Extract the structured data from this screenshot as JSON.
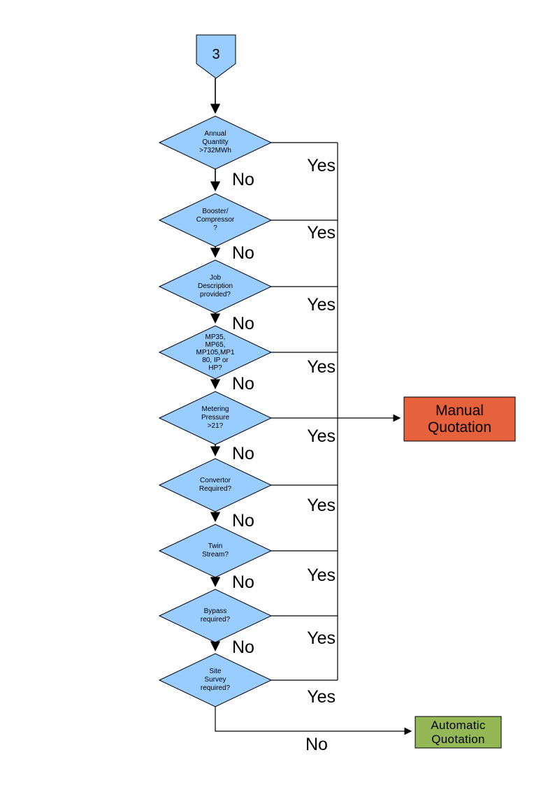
{
  "connector": {
    "label": "3"
  },
  "decisions": [
    {
      "label": "Annual\nQuantity\n>732MWh",
      "yes": "Yes",
      "no": "No"
    },
    {
      "label": "Booster/\nCompressor\n?",
      "yes": "Yes",
      "no": "No"
    },
    {
      "label": "Job\nDescription\nprovided?",
      "yes": "Yes",
      "no": "No"
    },
    {
      "label": "MP35,\nMP65,\nMP105,MP1\n80, IP or\nHP?",
      "yes": "Yes",
      "no": "No"
    },
    {
      "label": "Metering\nPressure\n>21?",
      "yes": "Yes",
      "no": "No"
    },
    {
      "label": "Convertor\nRequired?",
      "yes": "Yes",
      "no": "No"
    },
    {
      "label": "Twin\nStream?",
      "yes": "Yes",
      "no": "No"
    },
    {
      "label": "Bypass\nrequired?",
      "yes": "Yes",
      "no": "No"
    },
    {
      "label": "Site\nSurvey\nrequired?",
      "yes": "Yes",
      "no": "No"
    }
  ],
  "outcomes": {
    "manual": {
      "label": "Manual\nQuotation",
      "color": "#e6613c"
    },
    "automatic": {
      "label": "Automatic\nQuotation",
      "color": "#95b857"
    }
  },
  "colors": {
    "decision_fill": "#99ccff",
    "outline": "#000000"
  }
}
